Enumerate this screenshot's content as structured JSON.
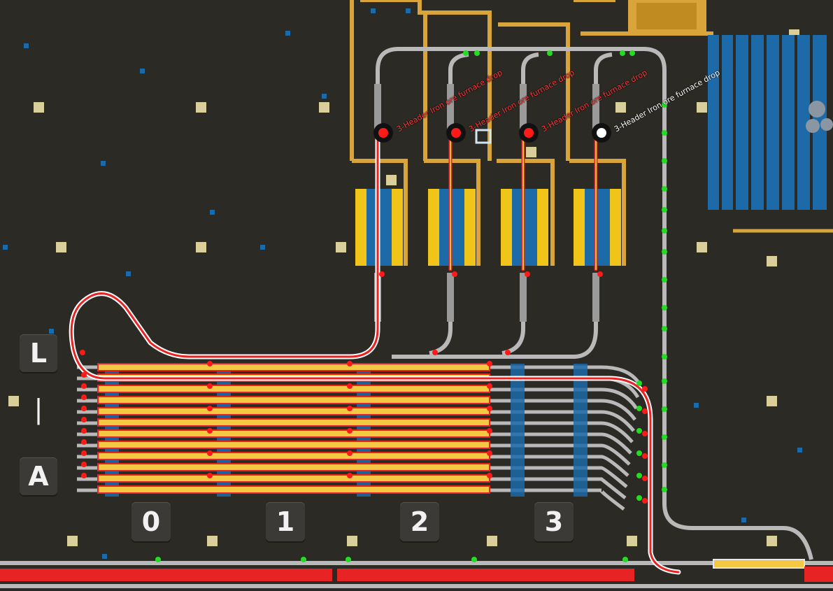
{
  "stop_labels": [
    {
      "text": "3-Header Iron ore furnace drop",
      "state": "red"
    },
    {
      "text": "3-Header Iron ore furnace drop",
      "state": "red"
    },
    {
      "text": "3-Header Iron ore furnace drop",
      "state": "red"
    },
    {
      "text": "3-Header Iron ore furnace drop",
      "state": "white"
    }
  ],
  "hotkeys": {
    "l": "L",
    "separator": "|",
    "a": "A"
  },
  "slots": [
    "0",
    "1",
    "2",
    "3"
  ],
  "colors": {
    "ground": "#2c2a25",
    "rail": "#b9b9b9",
    "building_gold": "#d9a53a",
    "path_red": "#e82323",
    "signal_green": "#22dd22",
    "signal_red": "#ff1a1a",
    "blue_structure": "#1c6aa8",
    "train_yellow": "#f5c843"
  },
  "icons": [
    "rail-network",
    "train-stop-icon",
    "iron-ore-icon"
  ]
}
